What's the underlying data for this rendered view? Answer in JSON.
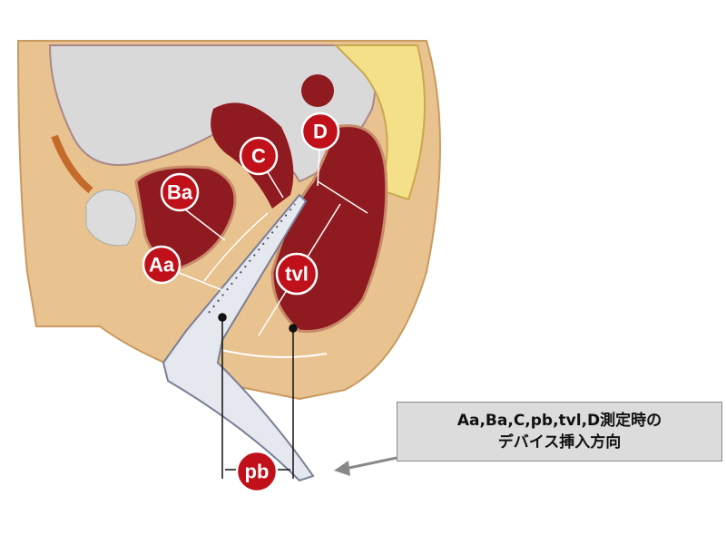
{
  "labels": {
    "aa": "Aa",
    "ba": "Ba",
    "c": "C",
    "d": "D",
    "tvl": "tvl",
    "pb": "pb"
  },
  "note": {
    "line1": "Aa,Ba,C,pb,tvl,D測定時の",
    "line2": "デバイス挿入方向"
  },
  "colors": {
    "label_fill": "#c0101a",
    "organ": "#8f1a1f",
    "skin": "#e8c28f",
    "cavity": "#d9d9d9",
    "spine": "#f5e08a"
  }
}
